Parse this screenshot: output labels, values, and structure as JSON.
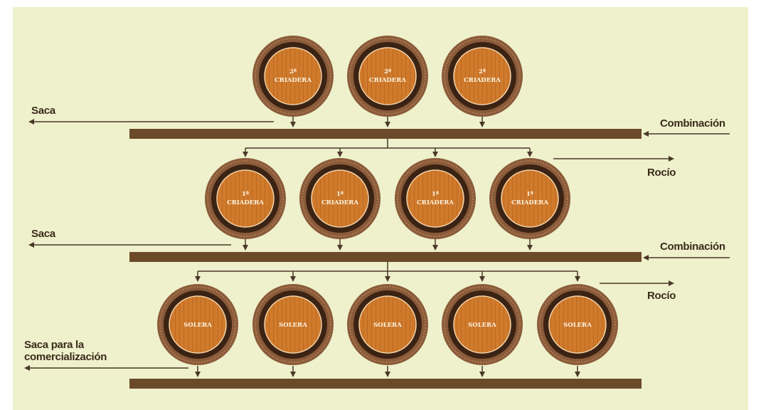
{
  "colors": {
    "background": "#eef1cc",
    "beam": "#6b4a2a",
    "barrel_ring_outer": "#8a5b3a",
    "barrel_ring_dark": "#3b2314",
    "barrel_face": "#d07a2c",
    "line": "#4a3828"
  },
  "labels": {
    "saca": "Saca",
    "saca_final_line1": "Saca para la",
    "saca_final_line2": "comercialización",
    "combinacion": "Combinación",
    "rocio": "Rocío"
  },
  "rows": [
    {
      "name": "row-top",
      "barrels": [
        {
          "line1": "2ª",
          "line2": "CRIADERA"
        },
        {
          "line1": "2ª",
          "line2": "CRIADERA"
        },
        {
          "line1": "2ª",
          "line2": "CRIADERA"
        }
      ]
    },
    {
      "name": "row-middle",
      "barrels": [
        {
          "line1": "1ª",
          "line2": "CRIADERA"
        },
        {
          "line1": "1ª",
          "line2": "CRIADERA"
        },
        {
          "line1": "1ª",
          "line2": "CRIADERA"
        },
        {
          "line1": "1ª",
          "line2": "CRIADERA"
        }
      ]
    },
    {
      "name": "row-bottom",
      "barrels": [
        {
          "line1": "SOLERA",
          "line2": ""
        },
        {
          "line1": "SOLERA",
          "line2": ""
        },
        {
          "line1": "SOLERA",
          "line2": ""
        },
        {
          "line1": "SOLERA",
          "line2": ""
        },
        {
          "line1": "SOLERA",
          "line2": ""
        }
      ]
    }
  ]
}
